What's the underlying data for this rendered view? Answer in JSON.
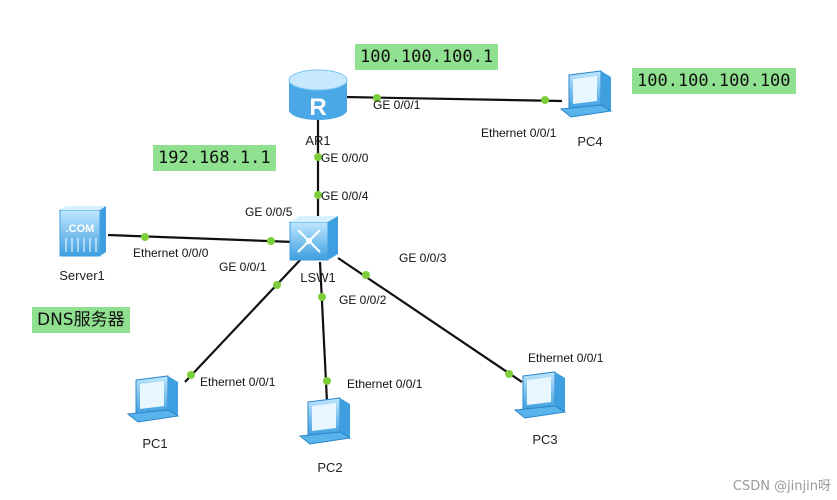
{
  "colors": {
    "link": "#111111",
    "port_dot": "#7ccf3a",
    "note_bg": "#8fe08f",
    "device_blue": "#5ab4ec"
  },
  "devices": {
    "router": "AR1",
    "switch": "LSW1",
    "server": "Server1",
    "pc1": "PC1",
    "pc2": "PC2",
    "pc3": "PC3",
    "pc4": "PC4"
  },
  "device_icons": {
    "router": "router-icon",
    "switch": "switch-icon",
    "server": "server-icon",
    "pc": "pc-icon"
  },
  "server_badge": ".COM",
  "router_badge": "R",
  "ports": {
    "ar1_ge001": "GE 0/0/1",
    "pc4_eth": "Ethernet 0/0/1",
    "ar1_ge000": "GE 0/0/0",
    "lsw_ge004": "GE 0/0/4",
    "lsw_ge005": "GE 0/0/5",
    "server_eth": "Ethernet 0/0/0",
    "lsw_ge001": "GE 0/0/1",
    "lsw_ge002": "GE 0/0/2",
    "lsw_ge003": "GE 0/0/3",
    "pc1_eth": "Ethernet 0/0/1",
    "pc2_eth": "Ethernet 0/0/1",
    "pc3_eth": "Ethernet 0/0/1"
  },
  "notes": {
    "ar1_public": "100.100.100.1",
    "pc4_ip": "100.100.100.100",
    "ar1_private": "192.168.1.1",
    "dns": "DNS服务器"
  },
  "watermark": "CSDN @jinjin呀"
}
